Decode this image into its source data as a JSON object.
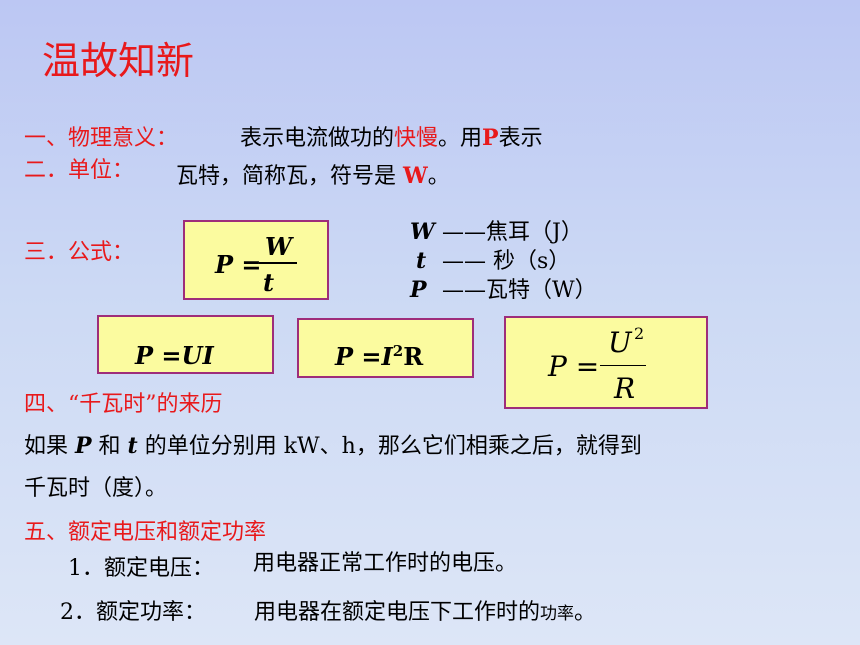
{
  "title": "温故知新",
  "sec1": {
    "label": "一、物理意义：",
    "text_a": "表示电流做功的",
    "text_red": "快慢",
    "text_b": "。用",
    "text_p": "P",
    "text_c": "表示"
  },
  "sec2": {
    "label": "二．单位：",
    "text_a": "瓦特，简称瓦，符号是 ",
    "text_w": "W",
    "text_b": "。"
  },
  "sec3": {
    "label": "三．公式：",
    "formula": {
      "lhs": "P =",
      "num": "W",
      "den": "t"
    },
    "units": [
      {
        "sym": "W",
        "desc": "——焦耳（J）"
      },
      {
        "sym": "t",
        "desc": "—— 秒（s）"
      },
      {
        "sym": "P",
        "desc": "——瓦特（W）"
      }
    ]
  },
  "formulas": {
    "f1": "P =UI",
    "f2_lhs": "P =I",
    "f2_sup": "2",
    "f2_r": "R",
    "f3": {
      "lhs": "P =",
      "num": "U",
      "sup": "2",
      "den": "R"
    }
  },
  "sec4": {
    "label": "四、“千瓦时”的来历",
    "line1_a": "如果 ",
    "line1_p": "P",
    "line1_b": " 和 ",
    "line1_t": "t",
    "line1_c": " 的单位分别用 kW、h，那么它们相乘之后，就得到",
    "line2": "千瓦时（度）。"
  },
  "sec5": {
    "label": "五、额定电压和额定功率",
    "item1_label": "1．额定电压：",
    "item1_text": "用电器正常工作时的电压。",
    "item2_label": "2．额定功率：",
    "item2_text_a": "用电器在额定电压下工作时的",
    "item2_text_b": "功率",
    "item2_text_c": "。"
  }
}
